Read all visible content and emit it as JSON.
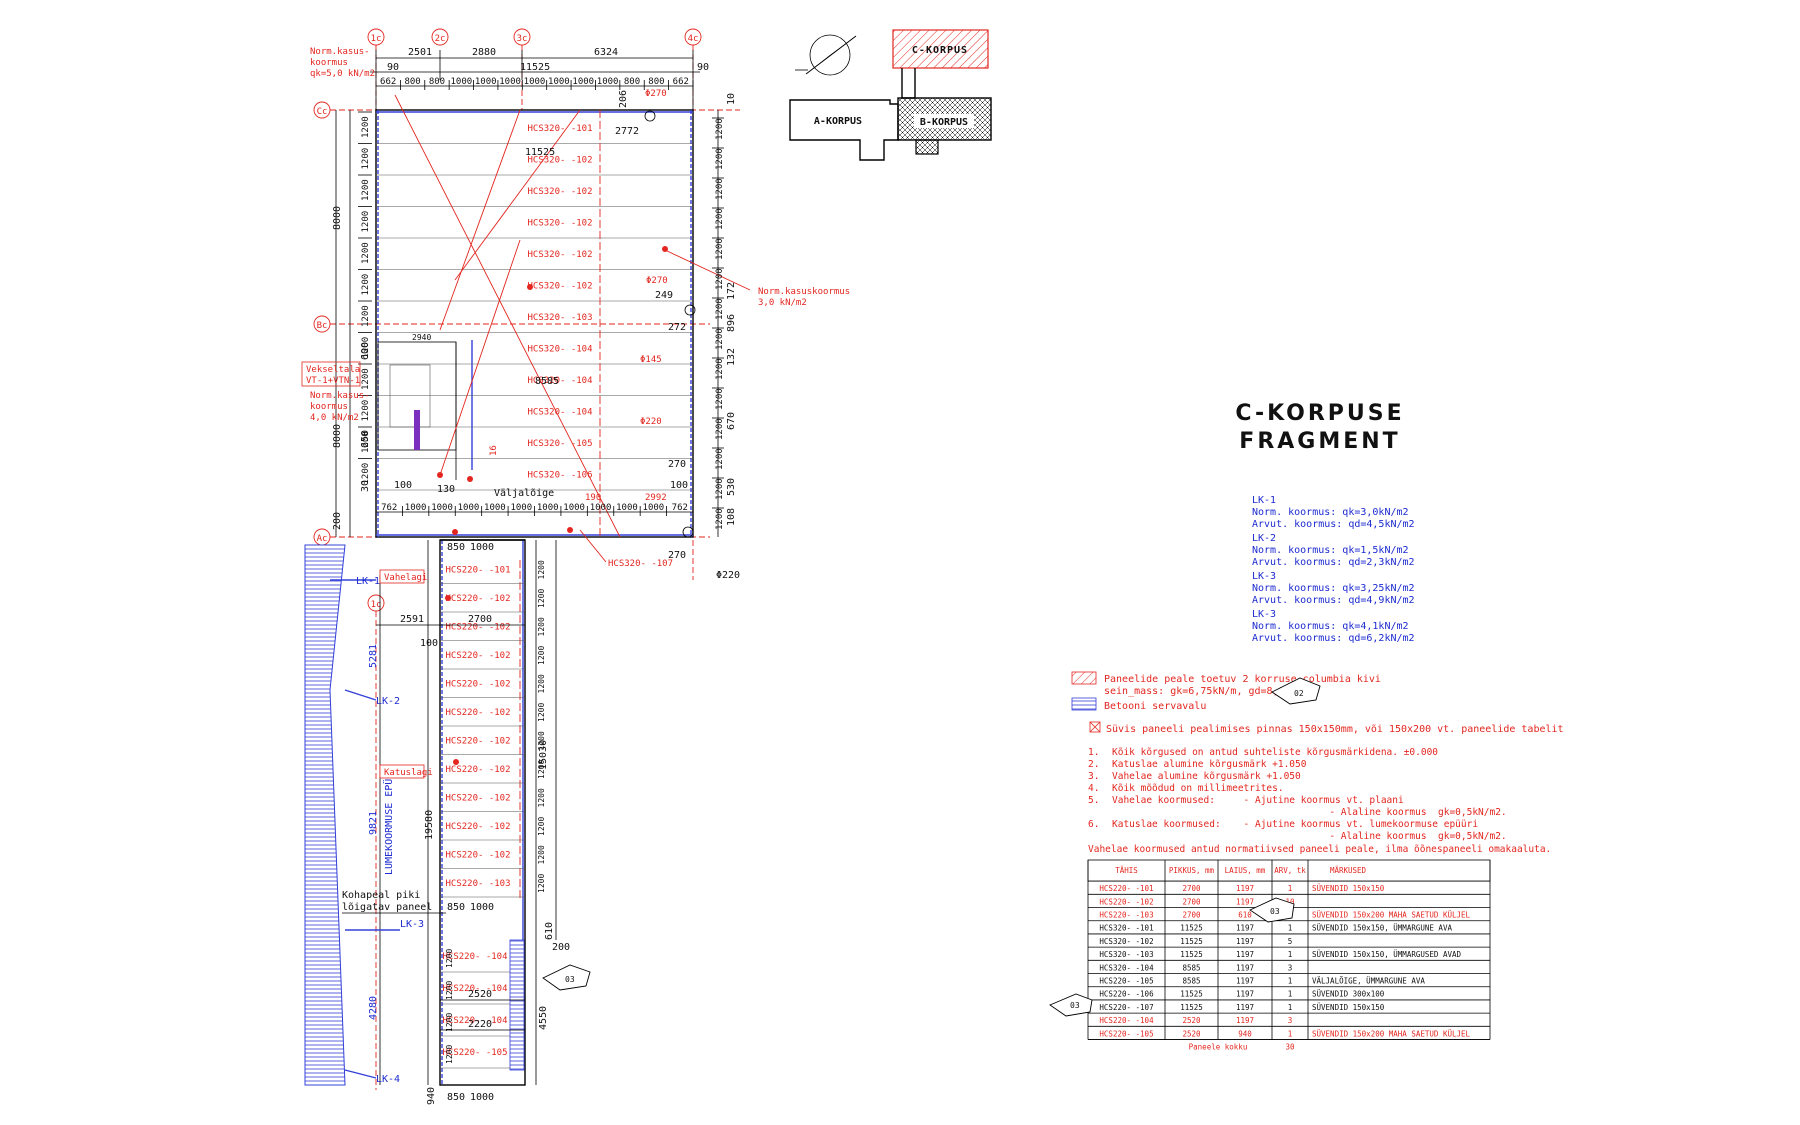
{
  "title": {
    "line1": "C-KORPUSE",
    "line2": "FRAGMENT"
  },
  "keyplan": {
    "c": "C-KORPUS",
    "a": "A-KORPUS",
    "b": "B-KORPUS"
  },
  "axes": {
    "ax1": "1c",
    "ax2": "2c",
    "ax3": "3c",
    "ax4": "4c",
    "axC": "Cc",
    "axB": "Bc",
    "axA": "Ac",
    "ax1b": "1c"
  },
  "top_dims": {
    "d1": "2501",
    "d2": "2880",
    "d3": "6324",
    "d_left": "90",
    "d_total": "11525",
    "d_right": "90",
    "strip": [
      "662",
      "800",
      "800",
      "1000",
      "1000",
      "1000",
      "1000",
      "1000",
      "1000",
      "1000",
      "800",
      "800",
      "662"
    ]
  },
  "bottom_strip": [
    "762",
    "1000",
    "1000",
    "1000",
    "1000",
    "1000",
    "1000",
    "1000",
    "1000",
    "1000",
    "1000",
    "762"
  ],
  "left_dims": {
    "total_upper": "8000",
    "total_mid": "8000",
    "r1200": "1200",
    "d600": "600",
    "d650": "650",
    "d30": "30",
    "d200": "200"
  },
  "right_dims": {
    "r1": "10",
    "r2": "172",
    "r3": "896",
    "r4": "132",
    "r5": "670",
    "r6": "530",
    "r7": "108"
  },
  "annotations": {
    "norm_load_top": [
      "Norm.kasus-",
      "koormus",
      "qk=5,0 kN/m2"
    ],
    "norm_load_right": [
      "Norm.kasuskoormus",
      "3,0 kN/m2"
    ],
    "veksel": [
      "Vekseltala",
      "VT-1+VTN-1"
    ],
    "norm_load_mid": [
      "Norm.kasus-",
      "koormus",
      "4,0 kN/m2"
    ],
    "valjaloige": "Väljalõige",
    "vahelagi": "Vahelagi",
    "katuslagi": "Katuslagi",
    "lk1": "LK-1",
    "lk2": "LK-2",
    "lk3": "LK-3",
    "lk4": "LK-4",
    "snow_diagram": "LUMEKOORMUSE EPÜÜR",
    "kohapeal": [
      "Kohapeal piki",
      "lõigatav paneel"
    ],
    "hcs107": "HCS320-   -107",
    "phi270a": "Φ270",
    "phi270b": "Φ270",
    "phi145": "Φ145",
    "phi220a": "Φ220",
    "phi220b": "Φ220",
    "d2772": "2772",
    "d11525": "11525",
    "d249": "249",
    "d272": "272",
    "d8585": "8585",
    "d2940": "2940",
    "d100a": "100",
    "d130": "130",
    "d100b": "100",
    "d190": "190",
    "d2992": "2992",
    "d270a": "270",
    "d270b": "270",
    "d206": "206",
    "d2591": "2591",
    "d2700": "2700",
    "d100c": "100",
    "d2520": "2520",
    "d2220": "2220",
    "d5281": "5281",
    "d9821": "9821",
    "d4280": "4280",
    "d19580": "19580",
    "d15030": "15030",
    "d4550": "4550",
    "d940": "940",
    "d200": "200",
    "d610": "610",
    "d850": "850",
    "d1000": "1000",
    "d16": "16"
  },
  "upper_panels": [
    "HCS320-   -101",
    "HCS320-   -102",
    "HCS320-   -102",
    "HCS320-   -102",
    "HCS320-   -102",
    "HCS320-   -102",
    "HCS320-   -103",
    "HCS320-   -104",
    "HCS320-   -104",
    "HCS320-   -104",
    "HCS320-   -105",
    "HCS320-   -106"
  ],
  "lower_panels": [
    "HCS220-   -101",
    "HCS220-   -102",
    "HCS220-   -102",
    "HCS220-   -102",
    "HCS220-   -102",
    "HCS220-   -102",
    "HCS220-   -102",
    "HCS220-   -102",
    "HCS220-   -102",
    "HCS220-   -102",
    "HCS220-   -102",
    "HCS220-   -103"
  ],
  "bottom_panels": [
    "HCS220-   -104",
    "HCS220-   -104",
    "HCS220-   -104",
    "HCS220-   -105"
  ],
  "loads": [
    {
      "name": "LK-1",
      "norm": "Norm. koormus: qk=3,0kN/m2",
      "arvut": "Arvut. koormus: qd=4,5kN/m2"
    },
    {
      "name": "LK-2",
      "norm": "Norm. koormus: qk=1,5kN/m2",
      "arvut": "Arvut. koormus: qd=2,3kN/m2"
    },
    {
      "name": "LK-3",
      "norm": "Norm. koormus: qk=3,25kN/m2",
      "arvut": "Arvut. koormus: qd=4,9kN/m2"
    },
    {
      "name": "LK-3",
      "norm": "Norm. koormus: qk=4,1kN/m2",
      "arvut": "Arvut. koormus: qd=6,2kN/m2"
    }
  ],
  "legend": {
    "hatch1": "Paneelide peale toetuv 2 korruse columbia kivi",
    "hatch2": "sein_mass: gk=6,75kN/m, gd=8,1kN/m",
    "blue": "Betooni servavalu",
    "cross": "Süvis paneeli pealimises pinnas 150x150mm, või 150x200  vt. paneelide tabelit"
  },
  "notes": [
    {
      "n": "1.",
      "t": "Kõik kõrgused on antud suhteliste kõrgusmärkidena. ±0.000"
    },
    {
      "n": "2.",
      "t": "Katuslae alumine kõrgusmärk +1.050"
    },
    {
      "n": "3.",
      "t": "Vahelae alumine kõrgusmärk +1.050"
    },
    {
      "n": "4.",
      "t": "Kõik mõõdud on millimeetrites."
    },
    {
      "n": "5.",
      "t": "Vahelae koormused:     - Ajutine koormus vt. plaani"
    },
    {
      "n": "",
      "t": "                                      - Alaline koormus  gk=0,5kN/m2."
    },
    {
      "n": "6.",
      "t": "Katuslae koormused:    - Ajutine koormus vt. lumekoormuse epüüri"
    },
    {
      "n": "",
      "t": "                                      - Alaline koormus  gk=0,5kN/m2."
    }
  ],
  "notes_footer": "Vahelae koormused antud normatiivsed paneeli peale, ilma õõnespaneeli omakaaluta.",
  "table": {
    "headers": [
      "TÄHIS",
      "PIKKUS, mm",
      "LAIUS, mm",
      "ARV, tk",
      "MÄRKUSED"
    ],
    "rows": [
      [
        "HCS220-   -101",
        "2700",
        "1197",
        "1",
        "SÜVENDID 150x150"
      ],
      [
        "HCS220-   -102",
        "2700",
        "1197",
        "10",
        ""
      ],
      [
        "HCS220-   -103",
        "2700",
        "610",
        "1",
        "SÜVENDID 150x200 MAHA SAETUD KÜLJEL"
      ],
      [
        "HCS320-   -101",
        "11525",
        "1197",
        "1",
        "SÜVENDID 150x150, ÜMMARGUNE AVA"
      ],
      [
        "HCS320-   -102",
        "11525",
        "1197",
        "5",
        ""
      ],
      [
        "HCS320-   -103",
        "11525",
        "1197",
        "1",
        "SÜVENDID 150x150, ÜMMARGUSED AVAD"
      ],
      [
        "HCS320-   -104",
        "8585",
        "1197",
        "3",
        ""
      ],
      [
        "HCS220-   -105",
        "8585",
        "1197",
        "1",
        "VÄLJALÕIGE, ÜMMARGUNE AVA"
      ],
      [
        "HCS220-   -106",
        "11525",
        "1197",
        "1",
        "SÜVENDID 300x100"
      ],
      [
        "HCS220-   -107",
        "11525",
        "1197",
        "1",
        "SÜVENDID 150x150"
      ],
      [
        "HCS220-   -104",
        "2520",
        "1197",
        "3",
        ""
      ],
      [
        "HCS220-   -105",
        "2520",
        "940",
        "1",
        "SÜVENDID 150x200 MAHA SAETUD KÜLJEL"
      ]
    ],
    "footer_label": "Paneele kokku",
    "footer_value": "30"
  },
  "tags": {
    "t02": "02",
    "t03a": "03",
    "t03b": "03",
    "t03c": "03"
  }
}
